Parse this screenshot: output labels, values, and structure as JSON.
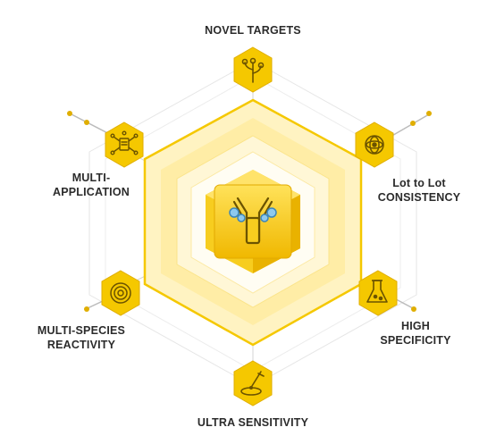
{
  "features": {
    "top": {
      "lines": [
        "NOVEL TARGETS"
      ],
      "icon": "plant-icon"
    },
    "top_right": {
      "lines": [
        "Lot to Lot",
        "CONSISTENCY"
      ],
      "icon": "atom-cycle-icon"
    },
    "bottom_right": {
      "lines": [
        "HIGH",
        "SPECIFICITY"
      ],
      "icon": "flask-icon"
    },
    "bottom": {
      "lines": [
        "ULTRA SENSITIVITY"
      ],
      "icon": "dropper-dish-icon"
    },
    "bottom_left": {
      "lines": [
        "MULTI-SPECIES",
        "REACTIVITY"
      ],
      "icon": "target-icon"
    },
    "top_left": {
      "lines": [
        "MULTI-",
        "APPLICATION"
      ],
      "icon": "document-network-icon"
    }
  },
  "center_icon": "antibody-icon",
  "colors": {
    "accent": "#F5C800",
    "accent_dark": "#E0AE00",
    "light_fill": "#FFF3C2",
    "lighter_fill": "#FFF9E0",
    "connector": "#B8B8B8",
    "text": "#2B2B2B",
    "icon_stroke": "#6B5300"
  }
}
